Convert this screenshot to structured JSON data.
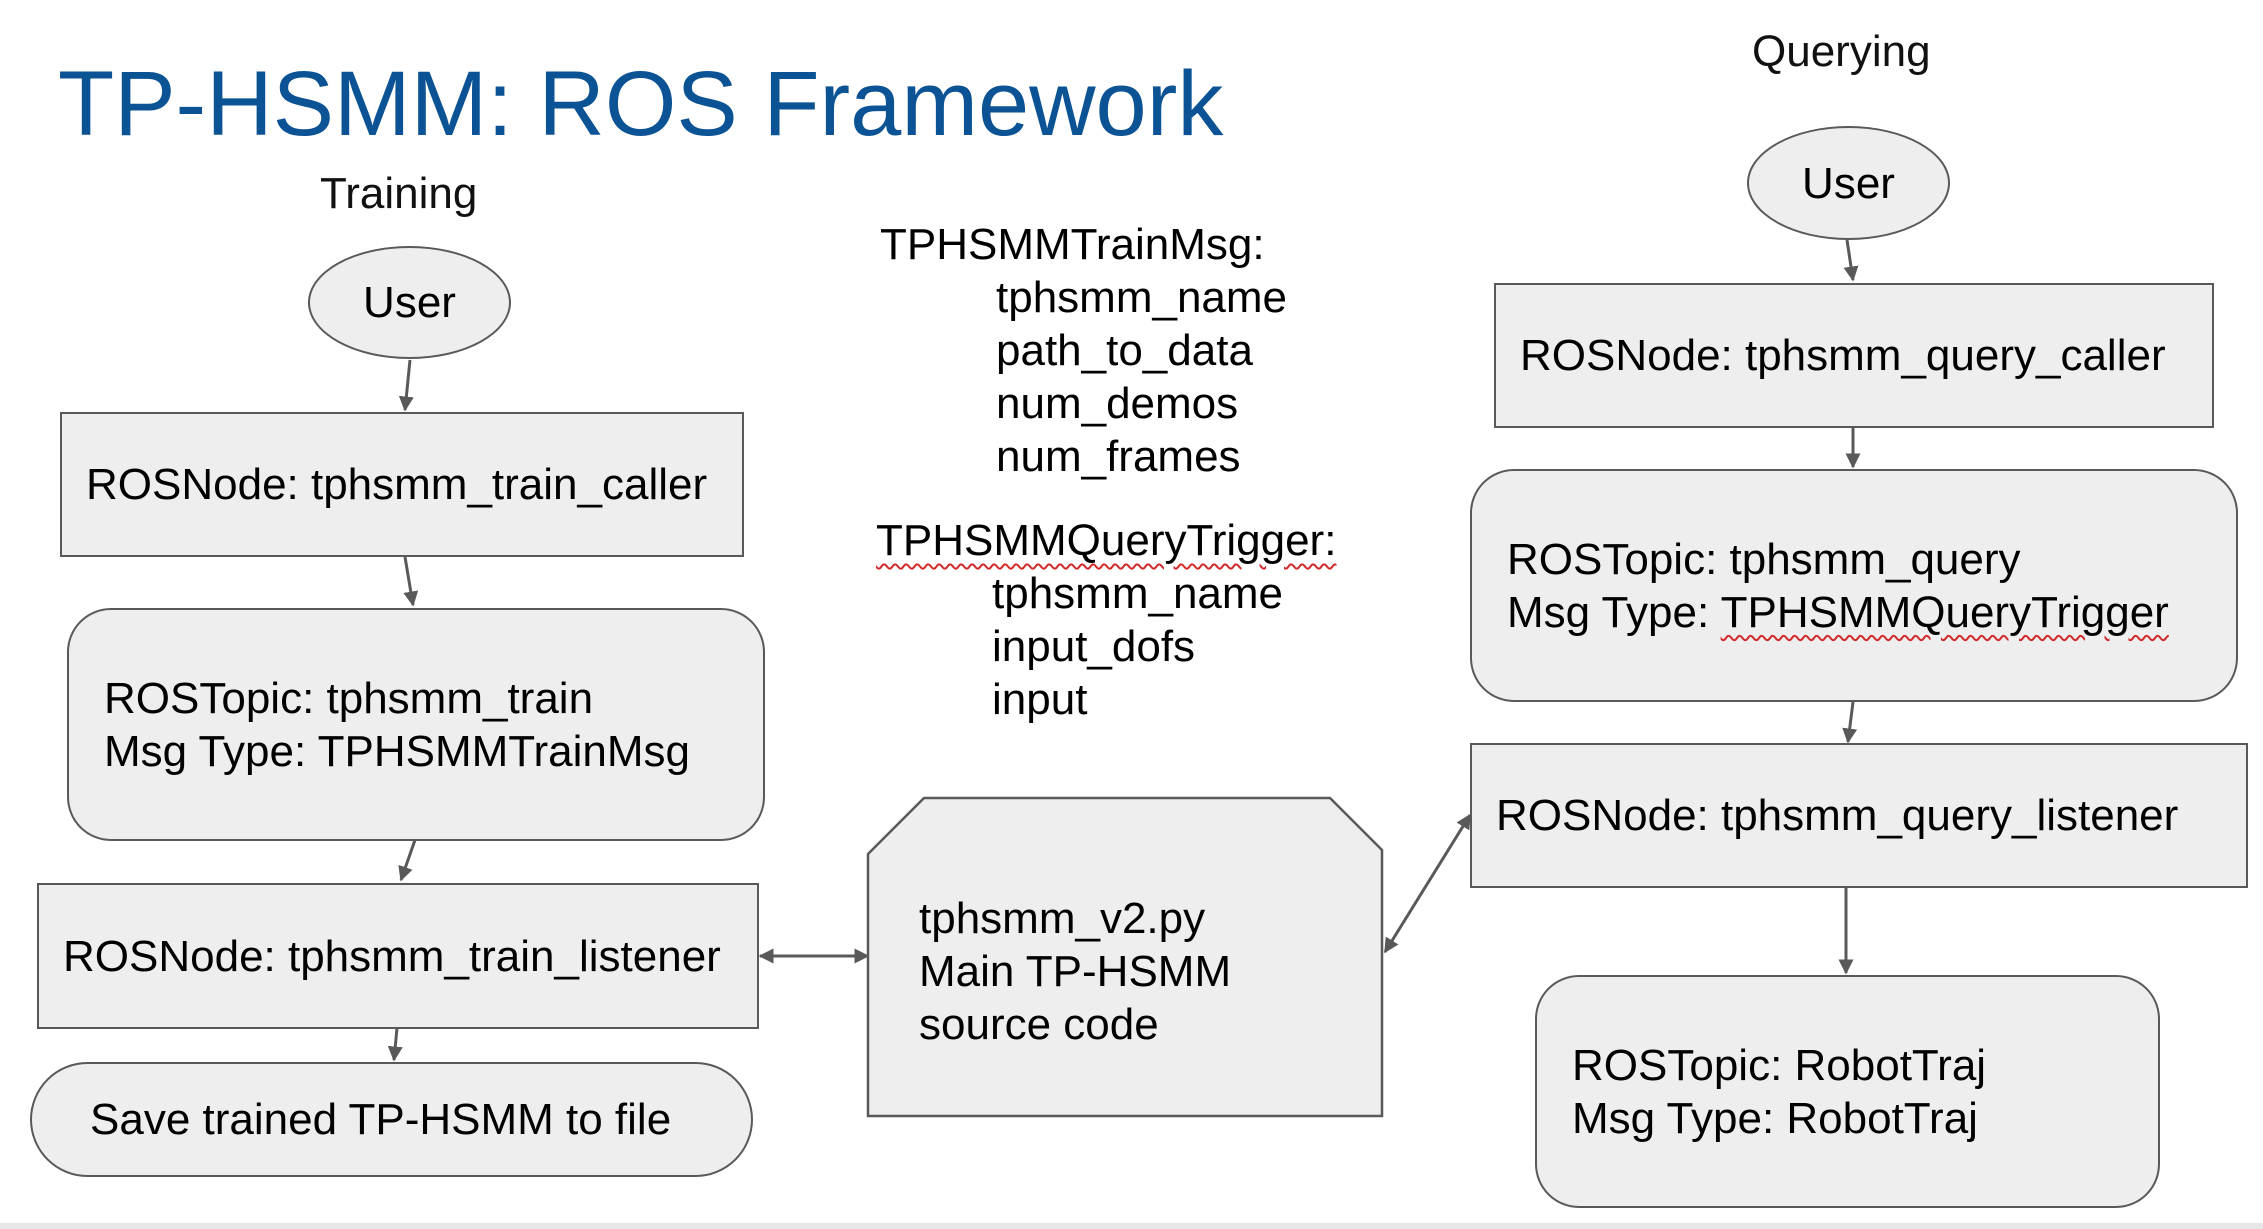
{
  "title": "TP-HSMM: ROS Framework",
  "section_labels": {
    "training": "Training",
    "querying": "Querying"
  },
  "training": {
    "user": "User",
    "train_caller": "ROSNode: tphsmm_train_caller",
    "train_topic_line1": "ROSTopic: tphsmm_train",
    "train_topic_line2": "Msg Type: TPHSMMTrainMsg",
    "train_listener": "ROSNode: tphsmm_train_listener",
    "save": "Save trained TP-HSMM to file"
  },
  "messages": {
    "train_msg_name": "TPHSMMTrainMsg:",
    "train_msg_fields": [
      "tphsmm_name",
      "path_to_data",
      "num_demos",
      "num_frames"
    ],
    "query_msg_name": "TPHSMMQueryTrigger:",
    "query_msg_fields": [
      "tphsmm_name",
      "input_dofs",
      "input"
    ]
  },
  "core": {
    "line1": "tphsmm_v2.py",
    "line2": "Main TP-HSMM",
    "line3": "source code"
  },
  "querying": {
    "user": "User",
    "query_caller": "ROSNode: tphsmm_query_caller",
    "query_topic_line1": "ROSTopic: tphsmm_query",
    "query_topic_line2_prefix": "Msg Type: ",
    "query_topic_line2_type": "TPHSMMQueryTrigger",
    "query_listener": "ROSNode: tphsmm_query_listener",
    "robot_topic_line1": "ROSTopic: RobotTraj",
    "robot_topic_line2": "Msg Type: RobotTraj"
  }
}
